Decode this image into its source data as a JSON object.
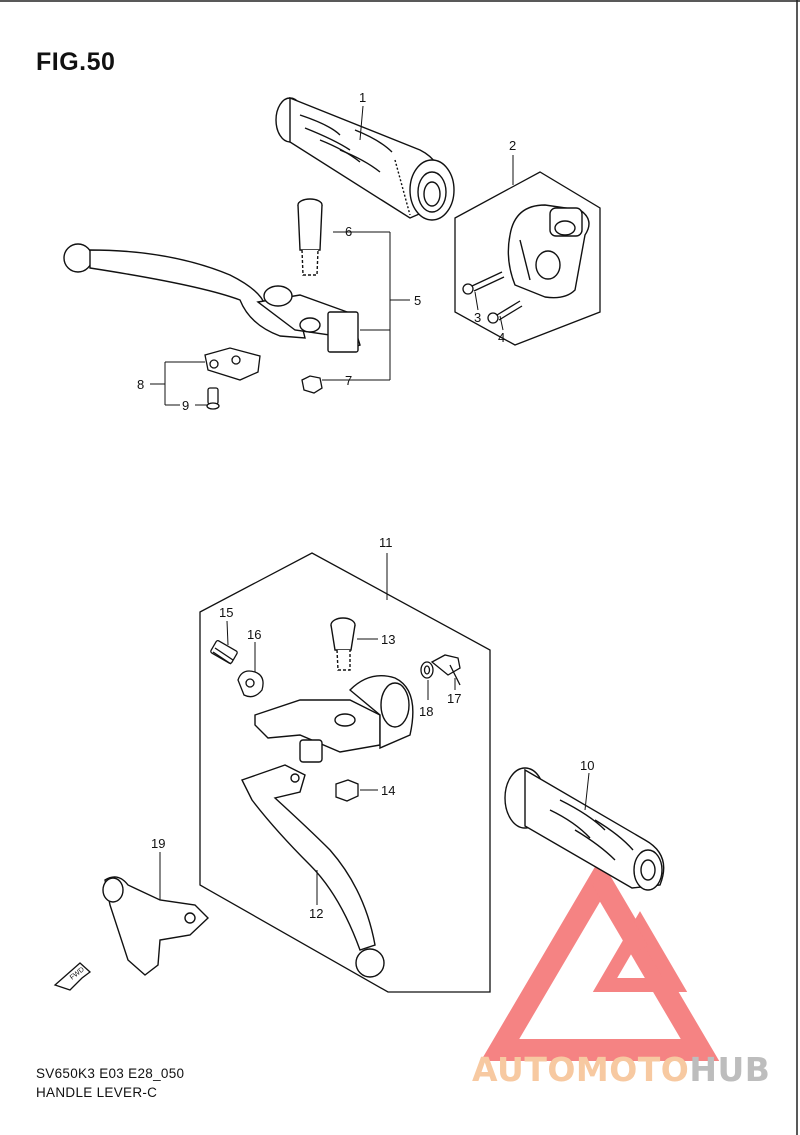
{
  "figure": {
    "title": "FIG.50",
    "code": "SV650K3 E03 E28_050",
    "caption": "HANDLE LEVER-C",
    "direction_marker": "FWD"
  },
  "callouts": [
    "1",
    "2",
    "3",
    "4",
    "5",
    "6",
    "7",
    "8",
    "9",
    "10",
    "11",
    "12",
    "13",
    "14",
    "15",
    "16",
    "17",
    "18",
    "19"
  ],
  "watermark": {
    "text_part1": "AUTOMOTO",
    "text_part2": "HUB",
    "color_primary": "#f25a5a",
    "color_accent": "#f7c9a1",
    "color_gray": "#bdbdbd"
  },
  "colors": {
    "line": "#111111",
    "background": "#ffffff"
  }
}
